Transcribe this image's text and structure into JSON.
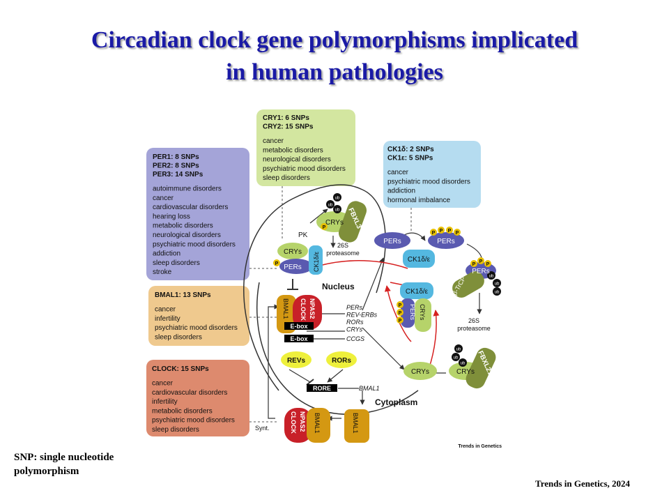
{
  "title_line1": "Circadian clock gene polymorphisms implicated",
  "title_line2": "in human pathologies",
  "footnote_snp_line1": "SNP: single nucleotide",
  "footnote_snp_line2": "polymorphism",
  "source": "Trends in Genetics, 2024",
  "diagram": {
    "credit": "Trends in Genetics",
    "per_box": {
      "header": [
        "PER1: 8 SNPs",
        "PER2: 8 SNPs",
        "PER3: 14 SNPs"
      ],
      "items": [
        "autoimmune disorders",
        "cancer",
        "cardiovascular disorders",
        "hearing loss",
        "metabolic disorders",
        "neurological disorders",
        "psychiatric mood disorders",
        "addiction",
        "sleep disorders",
        "stroke"
      ]
    },
    "cry_box": {
      "header": [
        "CRY1: 6 SNPs",
        "CRY2: 15 SNPs"
      ],
      "items": [
        "cancer",
        "metabolic disorders",
        "neurological disorders",
        "psychiatric mood disorders",
        "sleep disorders"
      ]
    },
    "ck1_box": {
      "header": [
        "CK1δ: 2 SNPs",
        "CK1ε: 5 SNPs"
      ],
      "items": [
        "cancer",
        "psychiatric mood disorders",
        "addiction",
        "hormonal imbalance"
      ]
    },
    "bmal_box": {
      "header": [
        "BMAL1: 13 SNPs"
      ],
      "items": [
        "cancer",
        "infertility",
        "psychiatric mood disorders",
        "sleep disorders"
      ]
    },
    "clock_box": {
      "header": [
        "CLOCK: 15 SNPs"
      ],
      "items": [
        "cancer",
        "cardiovascular disorders",
        "infertility",
        "metabolic disorders",
        "psychiatric mood disorders",
        "sleep disorders"
      ]
    },
    "labels": {
      "nucleus": "Nucleus",
      "cytoplasm": "Cytoplasm",
      "pk": "PK",
      "proteasome_26s": "26S",
      "proteasome": "proteasome",
      "synt": "Synt.",
      "ebox": "E-box",
      "rore": "RORE",
      "targets": [
        "PERs",
        "REV-ERBs",
        "RORs",
        "CRYs"
      ],
      "ccgs": "CCGS",
      "bmal1_target": "BMAL1",
      "p": "P",
      "ub": "ub"
    },
    "proteins": {
      "crys": "CRYs",
      "pers": "PERs",
      "ck1de": "CK1δ/ε",
      "fbxl3": "FBXL3",
      "fbxl21": "FBXL21",
      "btrcp": "β-TrCP",
      "bmal1": "BMAL1",
      "clock": "CLOCK",
      "npas2": "NPAS2",
      "revs": "REVs",
      "rors": "RORs"
    }
  }
}
